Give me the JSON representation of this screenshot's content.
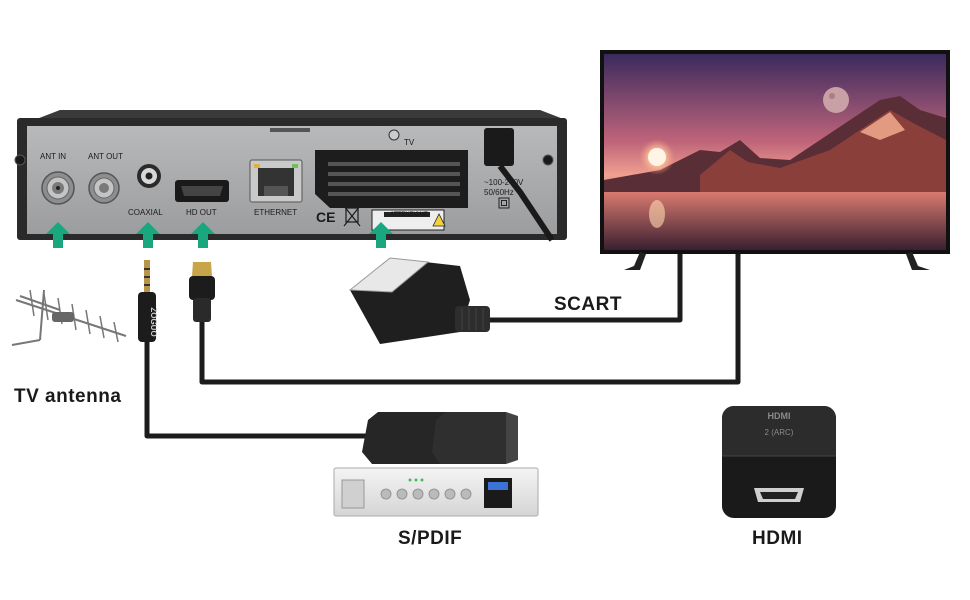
{
  "receiver": {
    "ports": {
      "ant_in": "ANT IN",
      "ant_out": "ANT OUT",
      "coaxial": "COAXIAL",
      "hd_out": "HD OUT",
      "ethernet": "ETHERNET",
      "tv": "TV"
    },
    "power_rating": "~100-240V",
    "frequency": "50/60Hz",
    "ce_mark": "CE",
    "warning_title": "ATTENZIONE"
  },
  "labels": {
    "scart": "SCART",
    "tv_antenna": "TV antenna",
    "spdif": "S/PDIF",
    "hdmi": "HDMI"
  },
  "hdmi_port": {
    "top_text": "HDMI",
    "sub_text": "2 (ARC)"
  },
  "cable_brand": "ZOGUO",
  "colors": {
    "arrow": "#1aa77f",
    "cable": "#1c1c1c",
    "receiver_body": "#2a2a2a",
    "panel": "#a9aaac"
  }
}
